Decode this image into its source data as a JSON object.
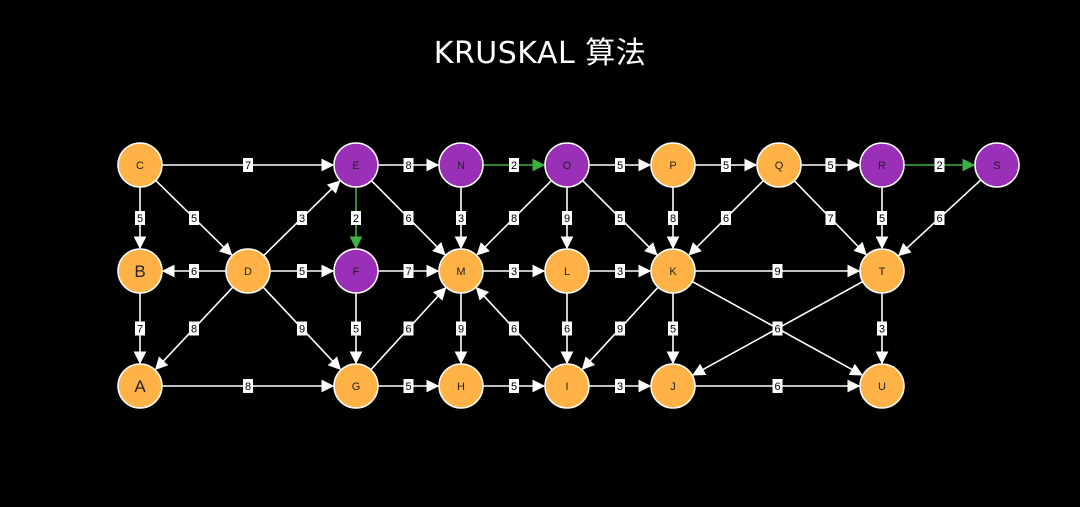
{
  "title": "KRUSKAL 算法",
  "colors": {
    "background": "#000000",
    "node_default": "#ffb347",
    "node_selected": "#9b30b8",
    "node_stroke": "#ffffff",
    "edge_default": "#ffffff",
    "edge_selected": "#3cb043",
    "label_text": "#222222"
  },
  "nodes": [
    {
      "id": "C",
      "label": "C",
      "state": "default"
    },
    {
      "id": "E",
      "label": "E",
      "state": "selected"
    },
    {
      "id": "N",
      "label": "N",
      "state": "selected"
    },
    {
      "id": "O",
      "label": "O",
      "state": "selected"
    },
    {
      "id": "P",
      "label": "P",
      "state": "default"
    },
    {
      "id": "Q",
      "label": "Q",
      "state": "default"
    },
    {
      "id": "R",
      "label": "R",
      "state": "selected"
    },
    {
      "id": "S",
      "label": "S",
      "state": "selected"
    },
    {
      "id": "B",
      "label": "B",
      "state": "default"
    },
    {
      "id": "D",
      "label": "D",
      "state": "default"
    },
    {
      "id": "F",
      "label": "F",
      "state": "selected"
    },
    {
      "id": "M",
      "label": "M",
      "state": "default"
    },
    {
      "id": "L",
      "label": "L",
      "state": "default"
    },
    {
      "id": "K",
      "label": "K",
      "state": "default"
    },
    {
      "id": "T",
      "label": "T",
      "state": "default"
    },
    {
      "id": "A",
      "label": "A",
      "state": "default"
    },
    {
      "id": "G",
      "label": "G",
      "state": "default"
    },
    {
      "id": "H",
      "label": "H",
      "state": "default"
    },
    {
      "id": "I",
      "label": "I",
      "state": "default"
    },
    {
      "id": "J",
      "label": "J",
      "state": "default"
    },
    {
      "id": "U",
      "label": "U",
      "state": "default"
    }
  ],
  "edges": [
    {
      "from": "C",
      "to": "E",
      "weight": "7",
      "selected": false
    },
    {
      "from": "E",
      "to": "N",
      "weight": "8",
      "selected": false
    },
    {
      "from": "N",
      "to": "O",
      "weight": "2",
      "selected": true
    },
    {
      "from": "O",
      "to": "P",
      "weight": "5",
      "selected": false
    },
    {
      "from": "P",
      "to": "Q",
      "weight": "5",
      "selected": false
    },
    {
      "from": "Q",
      "to": "R",
      "weight": "5",
      "selected": false
    },
    {
      "from": "R",
      "to": "S",
      "weight": "2",
      "selected": true
    },
    {
      "from": "C",
      "to": "B",
      "weight": "5",
      "selected": false
    },
    {
      "from": "C",
      "to": "D",
      "weight": "5",
      "selected": false
    },
    {
      "from": "D",
      "to": "E",
      "weight": "3",
      "selected": false
    },
    {
      "from": "E",
      "to": "F",
      "weight": "2",
      "selected": true
    },
    {
      "from": "E",
      "to": "M",
      "weight": "6",
      "selected": false
    },
    {
      "from": "N",
      "to": "M",
      "weight": "3",
      "selected": false
    },
    {
      "from": "O",
      "to": "M",
      "weight": "8",
      "selected": false
    },
    {
      "from": "O",
      "to": "L",
      "weight": "9",
      "selected": false
    },
    {
      "from": "O",
      "to": "K",
      "weight": "5",
      "selected": false
    },
    {
      "from": "P",
      "to": "K",
      "weight": "8",
      "selected": false
    },
    {
      "from": "Q",
      "to": "K",
      "weight": "6",
      "selected": false
    },
    {
      "from": "Q",
      "to": "T",
      "weight": "7",
      "selected": false
    },
    {
      "from": "R",
      "to": "T",
      "weight": "5",
      "selected": false
    },
    {
      "from": "S",
      "to": "T",
      "weight": "6",
      "selected": false
    },
    {
      "from": "D",
      "to": "B",
      "weight": "6",
      "selected": false
    },
    {
      "from": "D",
      "to": "F",
      "weight": "5",
      "selected": false
    },
    {
      "from": "F",
      "to": "M",
      "weight": "7",
      "selected": false
    },
    {
      "from": "M",
      "to": "L",
      "weight": "3",
      "selected": false
    },
    {
      "from": "L",
      "to": "K",
      "weight": "3",
      "selected": false
    },
    {
      "from": "K",
      "to": "T",
      "weight": "9",
      "selected": false
    },
    {
      "from": "B",
      "to": "A",
      "weight": "7",
      "selected": false
    },
    {
      "from": "D",
      "to": "A",
      "weight": "8",
      "selected": false
    },
    {
      "from": "D",
      "to": "G",
      "weight": "9",
      "selected": false
    },
    {
      "from": "F",
      "to": "G",
      "weight": "5",
      "selected": false
    },
    {
      "from": "G",
      "to": "M",
      "weight": "6",
      "selected": false
    },
    {
      "from": "M",
      "to": "H",
      "weight": "9",
      "selected": false
    },
    {
      "from": "I",
      "to": "M",
      "weight": "6",
      "selected": false
    },
    {
      "from": "L",
      "to": "I",
      "weight": "6",
      "selected": false
    },
    {
      "from": "K",
      "to": "I",
      "weight": "9",
      "selected": false
    },
    {
      "from": "K",
      "to": "J",
      "weight": "5",
      "selected": false
    },
    {
      "from": "K",
      "to": "U",
      "weight": "6",
      "selected": false
    },
    {
      "from": "T",
      "to": "J",
      "weight": "",
      "selected": false
    },
    {
      "from": "T",
      "to": "U",
      "weight": "3",
      "selected": false
    },
    {
      "from": "A",
      "to": "G",
      "weight": "8",
      "selected": false
    },
    {
      "from": "G",
      "to": "H",
      "weight": "5",
      "selected": false
    },
    {
      "from": "H",
      "to": "I",
      "weight": "5",
      "selected": false
    },
    {
      "from": "I",
      "to": "J",
      "weight": "3",
      "selected": false
    },
    {
      "from": "J",
      "to": "U",
      "weight": "6",
      "selected": false
    }
  ]
}
